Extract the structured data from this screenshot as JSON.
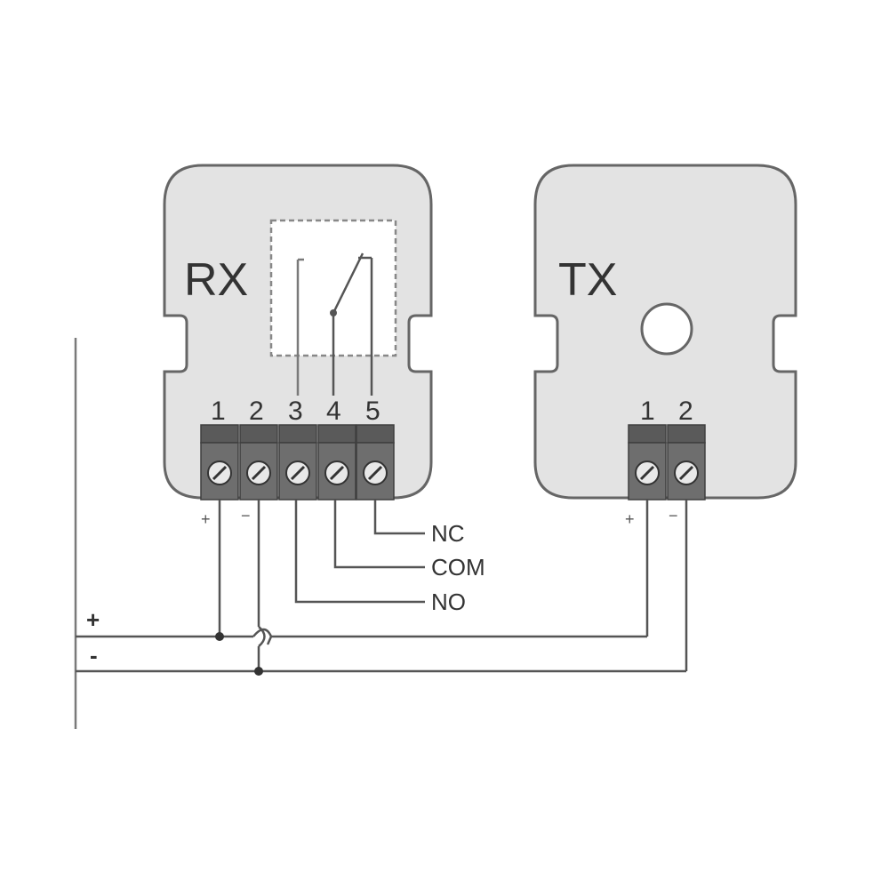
{
  "devices": {
    "rx": {
      "label": "RX",
      "terminals": [
        "1",
        "2",
        "3",
        "4",
        "5"
      ],
      "polarity": [
        "+",
        "−"
      ]
    },
    "tx": {
      "label": "TX",
      "terminals": [
        "1",
        "2"
      ],
      "polarity": [
        "+",
        "−"
      ]
    }
  },
  "relay_outputs": [
    "NC",
    "COM",
    "NO"
  ],
  "supply": {
    "positive": "+",
    "negative": "-"
  },
  "colors": {
    "device_body": "#e3e3e3",
    "terminal_block": "#6e6e6e",
    "wire": "#555555"
  }
}
